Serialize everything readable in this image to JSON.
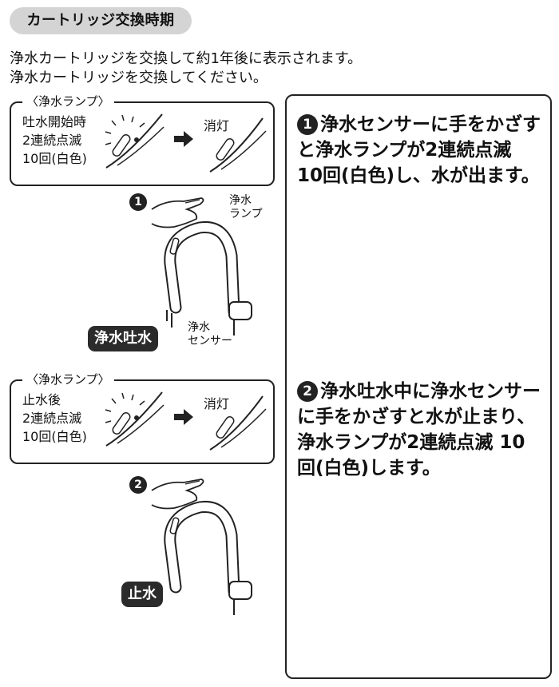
{
  "header": {
    "title": "カートリッジ交換時期"
  },
  "intro": {
    "line1": "浄水カートリッジを交換して約1年後に表示されます。",
    "line2": "浄水カートリッジを交換してください。"
  },
  "panel1": {
    "lamp_label": "〈浄水ランプ〉",
    "status_lines": [
      "吐水開始時",
      "2連続点滅",
      "10回(白色)"
    ],
    "off_label": "消灯",
    "step_number": "1",
    "callout_lamp": [
      "浄水",
      "ランプ"
    ],
    "callout_sensor": [
      "浄水",
      "センサー"
    ],
    "tag": "浄水吐水"
  },
  "panel2": {
    "lamp_label": "〈浄水ランプ〉",
    "status_lines": [
      "止水後",
      "2連続点滅",
      "10回(白色)"
    ],
    "off_label": "消灯",
    "step_number": "2",
    "tag": "止水"
  },
  "steps": [
    {
      "num": "1",
      "text": "浄水センサーに手をかざすと浄水ランプが2連続点滅 10回(白色)し、水が出ます。"
    },
    {
      "num": "2",
      "text": "浄水吐水中に浄水センサーに手をかざすと水が止まり、浄水ランプが2連続点滅 10回(白色)します。"
    }
  ],
  "colors": {
    "pill_bg": "#d4d4d4",
    "tag_bg": "#2b2b2b",
    "line": "#222222"
  },
  "icons": [
    "arrow-right-icon",
    "hand-icon",
    "faucet-icon",
    "lamp-blink-icon",
    "lamp-off-icon"
  ]
}
